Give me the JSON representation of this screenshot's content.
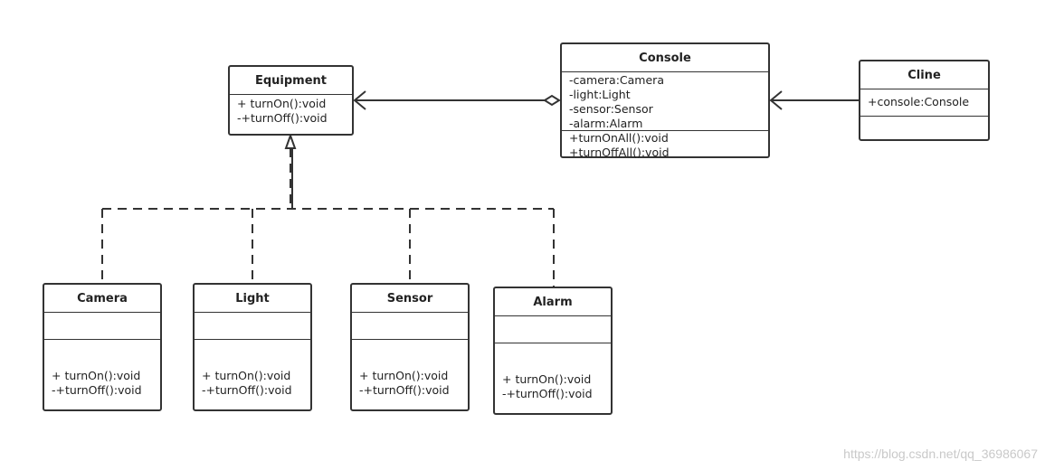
{
  "classes": {
    "equipment": {
      "name": "Equipment",
      "operations": [
        "+ turnOn():void",
        "-+turnOff():void"
      ]
    },
    "console": {
      "name": "Console",
      "attributes": [
        "-camera:Camera",
        "-light:Light",
        "-sensor:Sensor",
        "-alarm:Alarm"
      ],
      "operations": [
        "+turnOnAll():void",
        "+turnOffAll():void"
      ]
    },
    "cline": {
      "name": "Cline",
      "attributes": [
        "+console:Console"
      ]
    },
    "camera": {
      "name": "Camera",
      "operations": [
        "+ turnOn():void",
        "-+turnOff():void"
      ]
    },
    "light": {
      "name": "Light",
      "operations": [
        "+ turnOn():void",
        "-+turnOff():void"
      ]
    },
    "sensor": {
      "name": "Sensor",
      "operations": [
        "+ turnOn():void",
        "-+turnOff():void"
      ]
    },
    "alarm": {
      "name": "Alarm",
      "operations": [
        "+ turnOn():void",
        "-+turnOff():void"
      ]
    }
  },
  "watermark": "https://blog.csdn.net/qq_36986067"
}
